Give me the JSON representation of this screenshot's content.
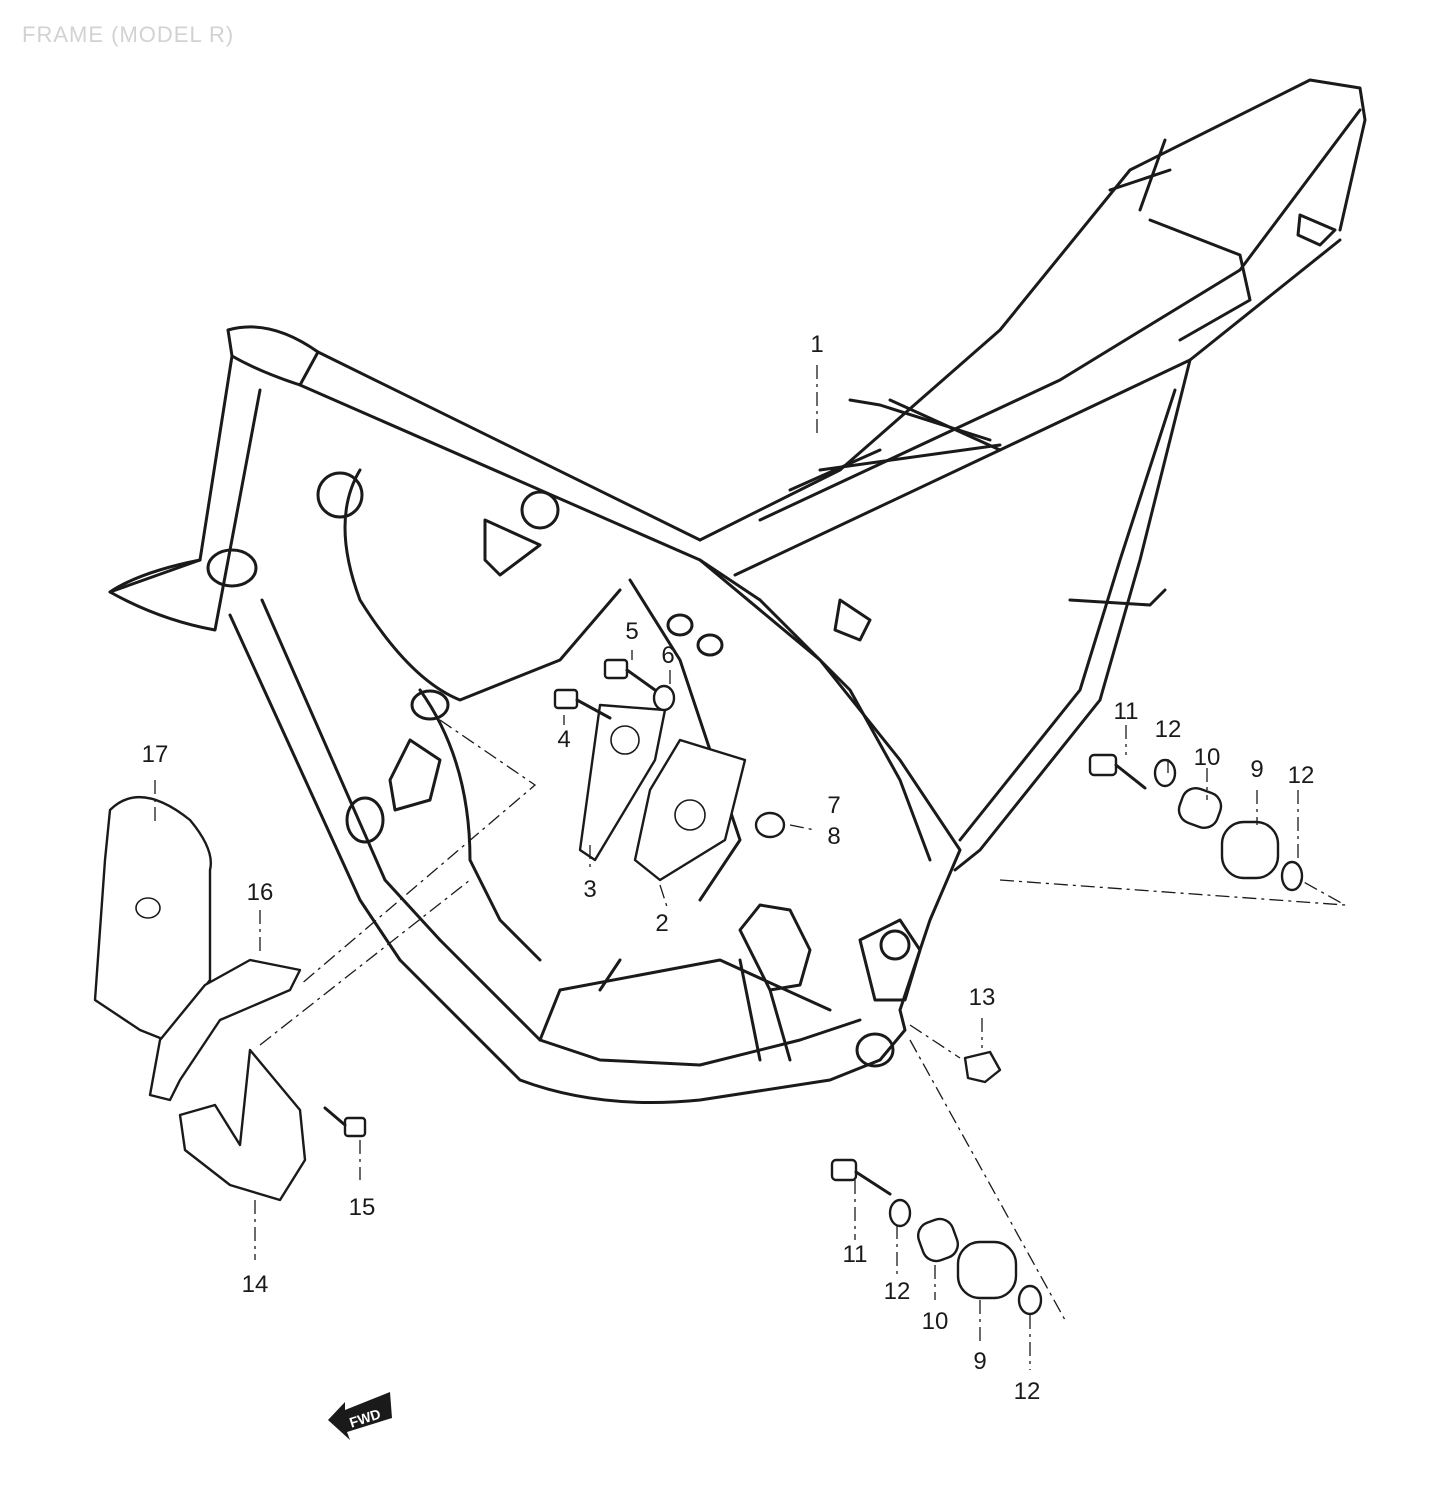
{
  "title": "FRAME (MODEL R)",
  "fwd_arrow_label": "FWD",
  "callouts": {
    "c1": "1",
    "c2": "2",
    "c3": "3",
    "c4": "4",
    "c5": "5",
    "c6": "6",
    "c7": "7",
    "c8": "8",
    "c9_upper": "9",
    "c10_upper": "10",
    "c11_upper": "11",
    "c12_upper_a": "12",
    "c12_upper_b": "12",
    "c13": "13",
    "c14": "14",
    "c15": "15",
    "c16": "16",
    "c17": "17",
    "c9_lower": "9",
    "c10_lower": "10",
    "c11_lower": "11",
    "c12_lower_a": "12",
    "c12_lower_b": "12"
  }
}
